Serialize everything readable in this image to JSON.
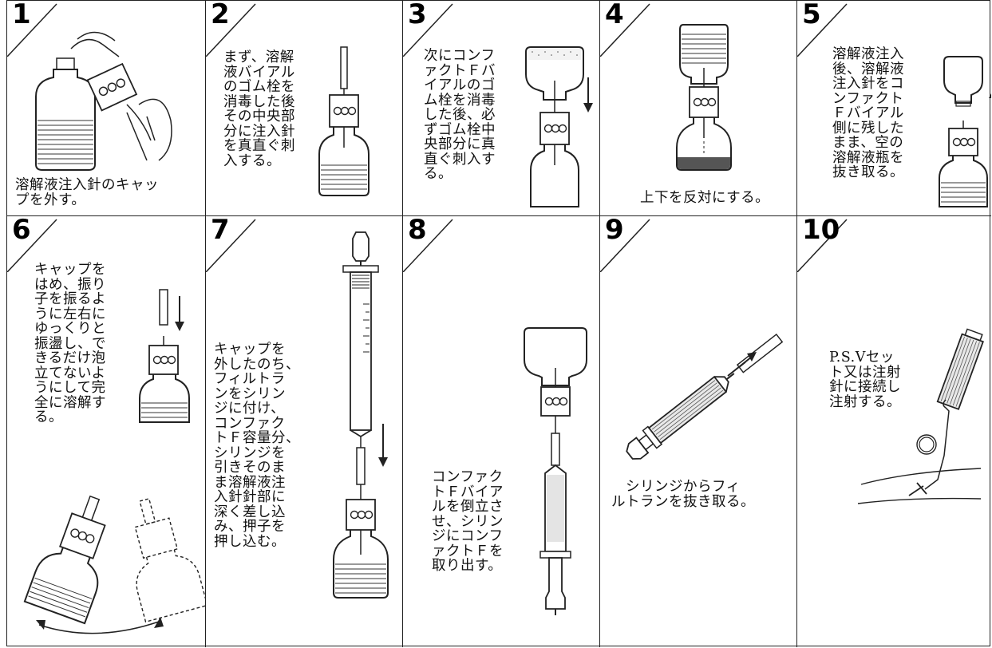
{
  "steps": [
    {
      "number": "1",
      "text_lines": [
        "溶解液注入針のキャッ",
        "プを外す。"
      ]
    },
    {
      "number": "2",
      "text_lines": [
        "まず、溶解",
        "液バイアル",
        "のゴム栓を",
        "消毒した後",
        "その中央部",
        "分に注入針",
        "を真直ぐ刺",
        "入する。"
      ]
    },
    {
      "number": "3",
      "text_lines": [
        "次にコンフ",
        "ァクトＦバ",
        "イアルのゴ",
        "ム栓を消毒",
        "した後、必",
        "ずゴム栓中",
        "央部分に真",
        "直ぐ刺入す",
        "る。"
      ]
    },
    {
      "number": "4",
      "text_lines": [
        "上下を反対にする。"
      ]
    },
    {
      "number": "5",
      "text_lines": [
        "溶解液注入",
        "後、溶解液",
        "注入針をコ",
        "ンファクト",
        "Ｆバイアル",
        "側に残した",
        "まま、空の",
        "溶解液瓶を",
        "抜き取る。"
      ]
    },
    {
      "number": "6",
      "text_lines": [
        "キャップを",
        "はめ、振り",
        "子を振るよ",
        "うに左右に",
        "ゆっくりと",
        "振盪し、で",
        "きるだけ泡",
        "立てないよ",
        "うにして完",
        "全に溶解す",
        "る。"
      ]
    },
    {
      "number": "7",
      "text_lines": [
        "キャップを",
        "外したのち、",
        "フィルトラ",
        "ンをシリン",
        "ジに付け、",
        "コンファク",
        "トＦ容量分、",
        "シリンジを",
        "引きそのま",
        "ま溶解液注",
        "入針針部に",
        "深く差し込",
        "み、押子を",
        "押し込む。"
      ]
    },
    {
      "number": "8",
      "text_lines": [
        "コンファク",
        "トＦバイア",
        "ルを倒立さ",
        "せ、シリン",
        "ジにコンフ",
        "ァクトＦを",
        "取り出す。"
      ]
    },
    {
      "number": "9",
      "text_lines": [
        "　シリンジからフィ",
        "ルトランを抜き取る。"
      ]
    },
    {
      "number": "10",
      "text_lines": [
        "P.S.Vセッ",
        "ト又は注射",
        "針に接続し",
        "注射する。"
      ]
    }
  ]
}
